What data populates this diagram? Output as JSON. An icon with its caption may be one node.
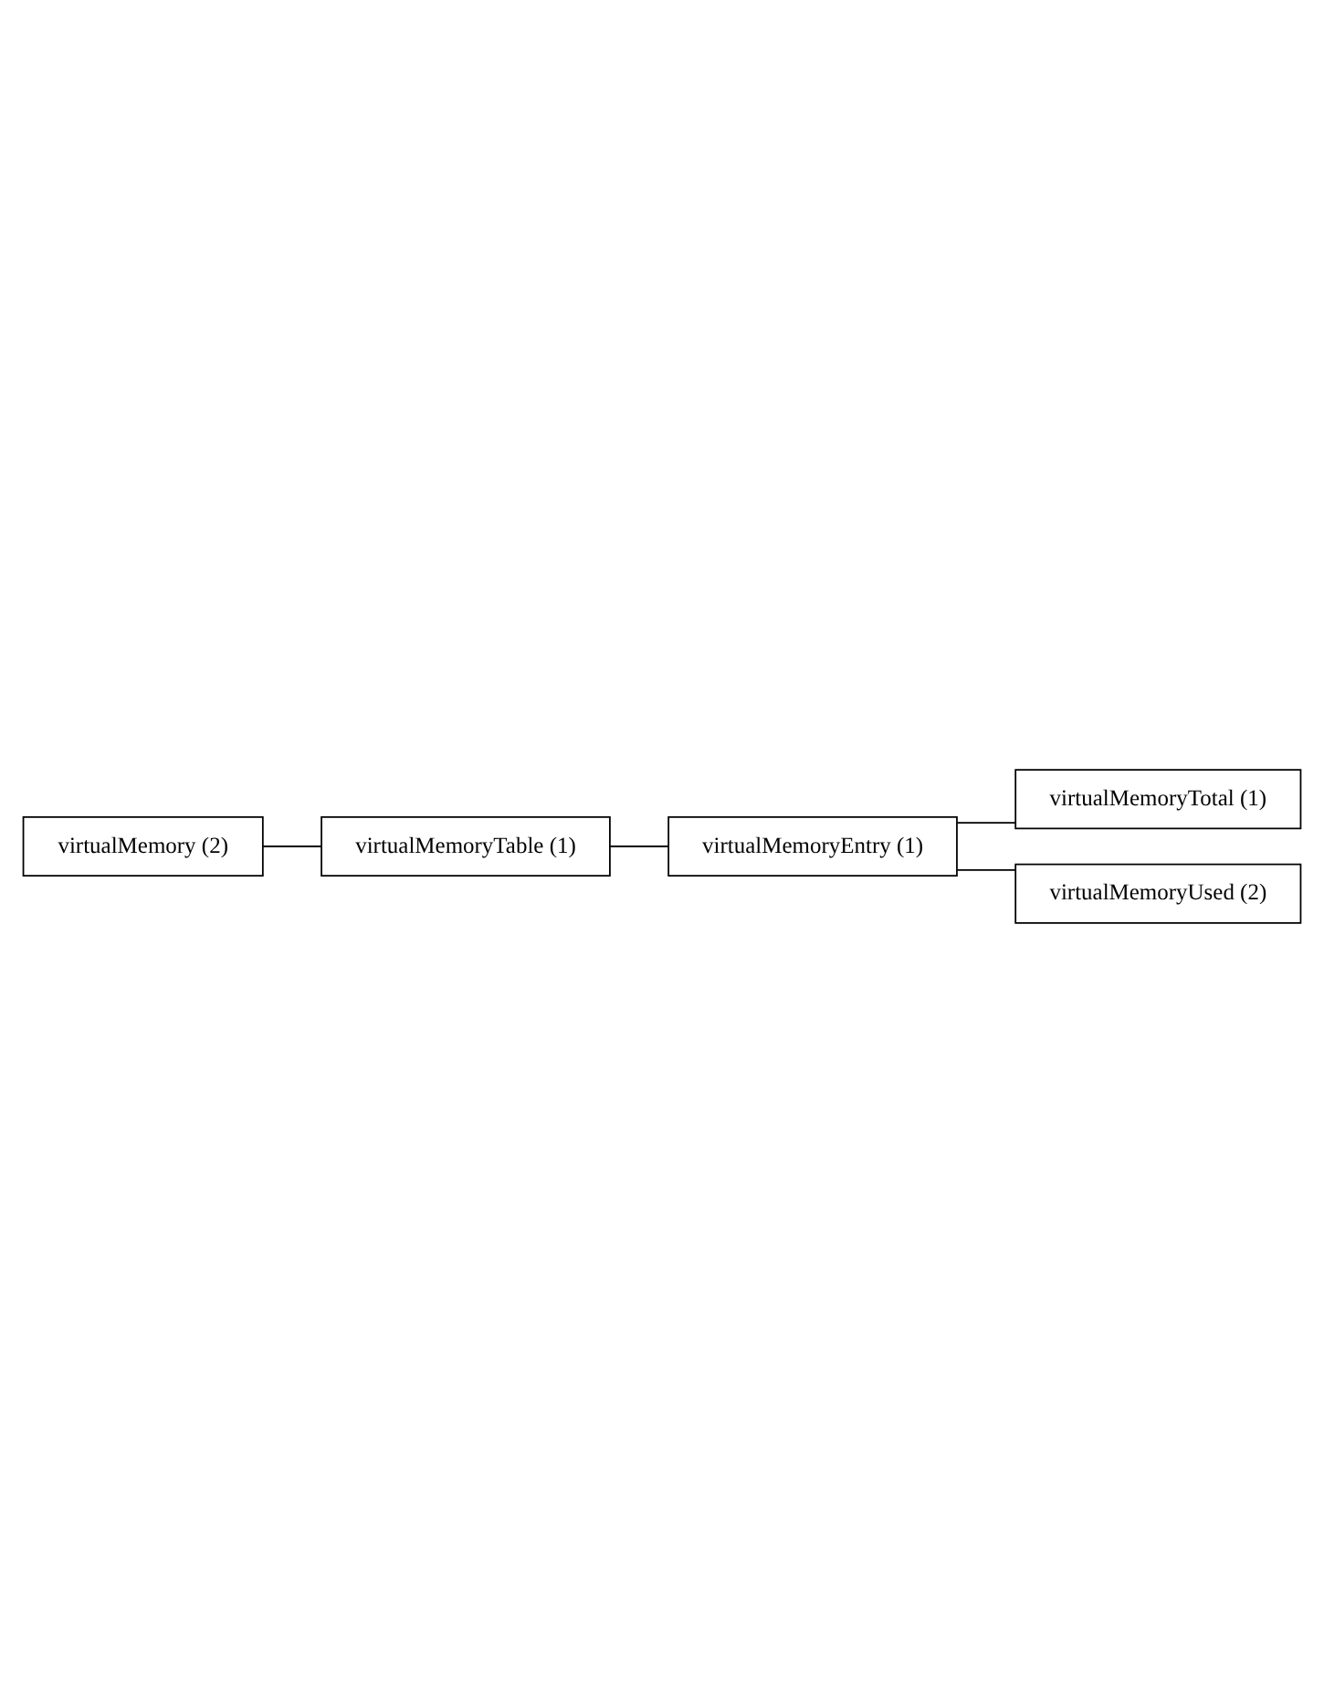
{
  "diagram": {
    "nodes": [
      {
        "text": [
          "virtualMemory (2)"
        ]
      },
      {
        "text": [
          "virtualMemoryTable (1)"
        ]
      },
      {
        "text": [
          "virtualMemoryEntry (1)"
        ]
      },
      {
        "text": [
          "virtualMemoryTotal (1)"
        ]
      },
      {
        "text": [
          "virtualMemoryUsed (2)"
        ]
      }
    ],
    "edges": [
      {
        "from": 0,
        "to": 1,
        "arrow": "none"
      },
      {
        "from": 1,
        "to": 2,
        "arrow": "none"
      },
      {
        "from": 2,
        "to": 3,
        "arrow": "none"
      },
      {
        "from": 2,
        "to": 4,
        "arrow": "none"
      }
    ]
  }
}
